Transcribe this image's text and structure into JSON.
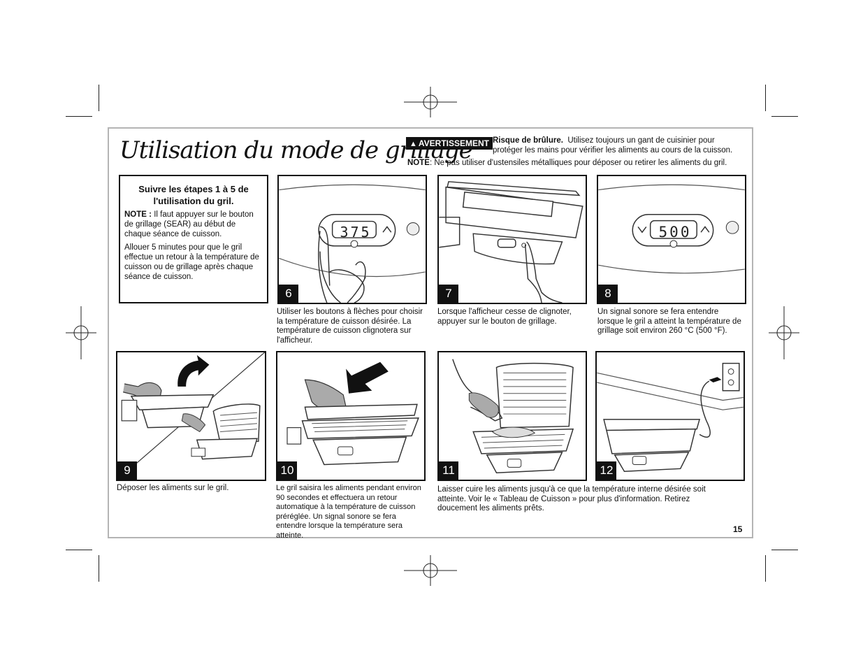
{
  "title": "Utilisation du mode de grillage",
  "warning": {
    "badge": "AVERTISSEMENT",
    "lead": "Risque de brûlure.",
    "text": "Utilisez toujours un gant de cuisinier pour protéger les mains pour vérifier les aliments au cours de la cuisson."
  },
  "note": {
    "label": "NOTE",
    "text": ": Ne pas utiliser d'ustensiles métalliques pour déposer ou retirer les aliments du gril."
  },
  "infobox": {
    "heading": "Suivre les étapes 1 à 5 de l'utilisation du gril.",
    "note_label": "NOTE :",
    "note_text": "Il faut appuyer sur le bouton de grillage (SEAR) au début de chaque séance de cuisson.",
    "para": "Allouer 5 minutes pour que le gril effectue un retour à la température de cuisson ou de grillage après chaque séance de cuisson."
  },
  "steps": [
    {
      "num": "6",
      "display": "375",
      "caption": "Utiliser les boutons à flèches pour choisir la température de cuisson désirée. La température de cuisson clignotera sur l'afficheur."
    },
    {
      "num": "7",
      "caption": "Lorsque l'afficheur cesse de clignoter, appuyer sur le bouton de grillage."
    },
    {
      "num": "8",
      "display": "500",
      "caption": "Un signal sonore se fera entendre lorsque le gril a atteint la température de grillage soit environ 260 °C (500 °F)."
    },
    {
      "num": "9",
      "caption": "Déposer les aliments sur le gril."
    },
    {
      "num": "10",
      "caption": "Le gril saisira les aliments pendant environ 90 secondes et effectuera un retour automatique à la température de cuisson préréglée. Un signal sonore se fera entendre lorsque la température sera atteinte."
    },
    {
      "num": "11",
      "caption": "Laisser cuire les aliments jusqu'à ce que la température interne désirée soit atteinte. Voir le « Tableau de Cuisson » pour plus d'information. Retirez doucement les aliments prêts."
    },
    {
      "num": "12",
      "caption": ""
    }
  ],
  "page_number": "15"
}
